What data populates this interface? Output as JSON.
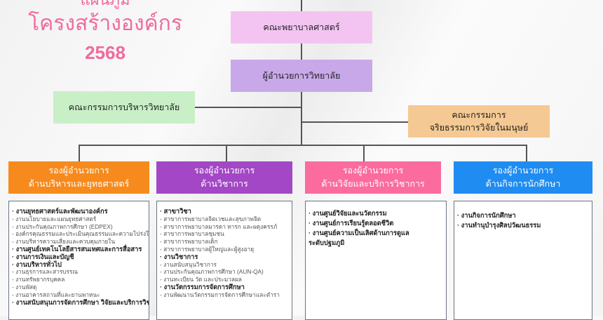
{
  "title": {
    "top_cut": "แผนภูมิ",
    "line1": "โครงสร้างองค์กร",
    "year": "2568"
  },
  "faculty": "คณะพยาบาลศาสตร์",
  "director": "ผู้อำนวยการวิทยาลัย",
  "exec_committee": "คณะกรรมการบริหารวิทยาลัย",
  "ethics_committee": {
    "line1": "คณะกรรมการ",
    "line2": "จริยธรรมการวิจัยในมนุษย์"
  },
  "colors": {
    "faculty": "#f3c4f2",
    "director": "#c9a8ea",
    "exec": "#c9efc7",
    "ethics": "#f5c993",
    "admin": "#f78a1d",
    "academic": "#a347c6",
    "research": "#fb6b9e",
    "student": "#1f8cf2"
  },
  "deputies": [
    {
      "line1": "รองผู้อำนวยการ",
      "line2": "ด้านบริหารและยุทธศาสตร์",
      "items": [
        {
          "bold": true,
          "text": "· งานยุทธศาสตร์และพัฒนาองค์กร"
        },
        {
          "bold": false,
          "text": "- งานนโยบายและแผนยุทธศาสตร์"
        },
        {
          "bold": false,
          "text": " - งานประกันคุณภาพการศึกษา (EDPEX)"
        },
        {
          "bold": false,
          "text": " - องค์กรคุณธรรมและประเมินคุณธรรมและความโปร่งใส"
        },
        {
          "bold": false,
          "text": " - งานบริหารความเสี่ยงและควบคุมภายใน"
        },
        {
          "bold": true,
          "text": "· งานศูนย์เทคโนโลยีสารสนเทศและการสื่อสาร"
        },
        {
          "bold": true,
          "text": "· งานการเงินและบัญชี"
        },
        {
          "bold": true,
          "text": "· งานบริหารทั่วไป"
        },
        {
          "bold": false,
          "text": "- งานธุรการและสารบรรณ"
        },
        {
          "bold": false,
          "text": "- งานทรัพยากรบุคคล"
        },
        {
          "bold": false,
          "text": "- งานพัสดุ"
        },
        {
          "bold": false,
          "text": "- งานอาคารสถานที่และยานพาหนะ"
        },
        {
          "bold": true,
          "text": "· งานสนับสนุนการจัดการศึกษา วิจัยและบริการวิชาการ"
        }
      ]
    },
    {
      "line1": "รองผู้อำนวยการ",
      "line2": "ด้านวิชาการ",
      "items": [
        {
          "bold": true,
          "text": "· สาขาวิชา"
        },
        {
          "bold": false,
          "text": " - สาขาการพยาบาลจิตเวชและสุขภาพจิต"
        },
        {
          "bold": false,
          "text": " - สาขาการพยาบาลมารดา ทารก และผดุงครรภ์"
        },
        {
          "bold": false,
          "text": " - สาขาการพยาบาลชุมชน"
        },
        {
          "bold": false,
          "text": " - สาขาการพยาบาลเด็ก"
        },
        {
          "bold": false,
          "text": " - สาขาการพยาบาลผู้ใหญ่และผู้สูงอายุ"
        },
        {
          "bold": true,
          "text": "· งานวิชาการ"
        },
        {
          "bold": false,
          "text": " - งานสนับสนุนวิชาการ"
        },
        {
          "bold": false,
          "text": " - งานประกันคุณภาพการศึกษา (AUN-QA)"
        },
        {
          "bold": false,
          "text": " - งานทะเบียน วัด และประมวลผล"
        },
        {
          "bold": true,
          "text": "· งานวัตกรรมการจัดการศึกษา"
        },
        {
          "bold": false,
          "text": " - งานพัฒนานวัตกรรมการจัดการศึกษาและตำรา"
        }
      ]
    },
    {
      "line1": "รองผู้อำนวยการ",
      "line2": "ด้านวิจัยและบริการวิชาการ",
      "items": [
        {
          "bold": true,
          "text": "· งานศูนย์วิจัยและนวัตกรรม"
        },
        {
          "bold": true,
          "text": "· งานศูนย์การเรียนรู้ตลอดชีวิต"
        },
        {
          "bold": true,
          "text": "· งานศูนย์ความเป็นเลิศด้านการดูแล"
        },
        {
          "bold": true,
          "text": "  ระดับปฐมภูมิ"
        }
      ]
    },
    {
      "line1": "รองผู้อำนวยการ",
      "line2": "ด้านกิจการนักศึกษา",
      "items": [
        {
          "bold": true,
          "text": "· งานกิจการนักศึกษา"
        },
        {
          "bold": true,
          "text": "· งานทำนุบำรุงศิลปวัฒนธรรม"
        }
      ]
    }
  ]
}
